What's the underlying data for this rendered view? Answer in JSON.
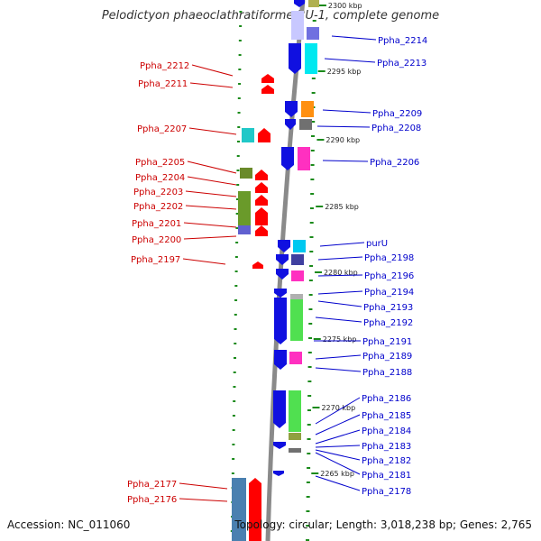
{
  "title": "Pelodictyon phaeoclathratiforme BU-1, complete genome",
  "accession": "Accession: NC_011060",
  "summary": "Topology: circular; Length: 3,018,238 bp; Genes: 2,765",
  "colors": {
    "reverse_label": "#cc0000",
    "forward_label": "#0000cc",
    "backbone": "#8a8a8a",
    "tick": "#1a8a1a"
  },
  "scale_labels": [
    "2300 kbp",
    "2295 kbp",
    "2290 kbp",
    "2285 kbp",
    "2280 kbp",
    "2275 kbp",
    "2270 kbp",
    "2265 kbp"
  ],
  "reverse_genes": [
    "Ppha_2212",
    "Ppha_2211",
    "Ppha_2207",
    "Ppha_2205",
    "Ppha_2204",
    "Ppha_2203",
    "Ppha_2202",
    "Ppha_2201",
    "Ppha_2200",
    "Ppha_2197",
    "Ppha_2177",
    "Ppha_2176"
  ],
  "forward_genes": [
    "Ppha_2214",
    "Ppha_2213",
    "Ppha_2209",
    "Ppha_2208",
    "Ppha_2206",
    "purU",
    "Ppha_2198",
    "Ppha_2196",
    "Ppha_2194",
    "Ppha_2193",
    "Ppha_2192",
    "Ppha_2191",
    "Ppha_2189",
    "Ppha_2188",
    "Ppha_2186",
    "Ppha_2185",
    "Ppha_2184",
    "Ppha_2183",
    "Ppha_2182",
    "Ppha_2181",
    "Ppha_2178"
  ]
}
